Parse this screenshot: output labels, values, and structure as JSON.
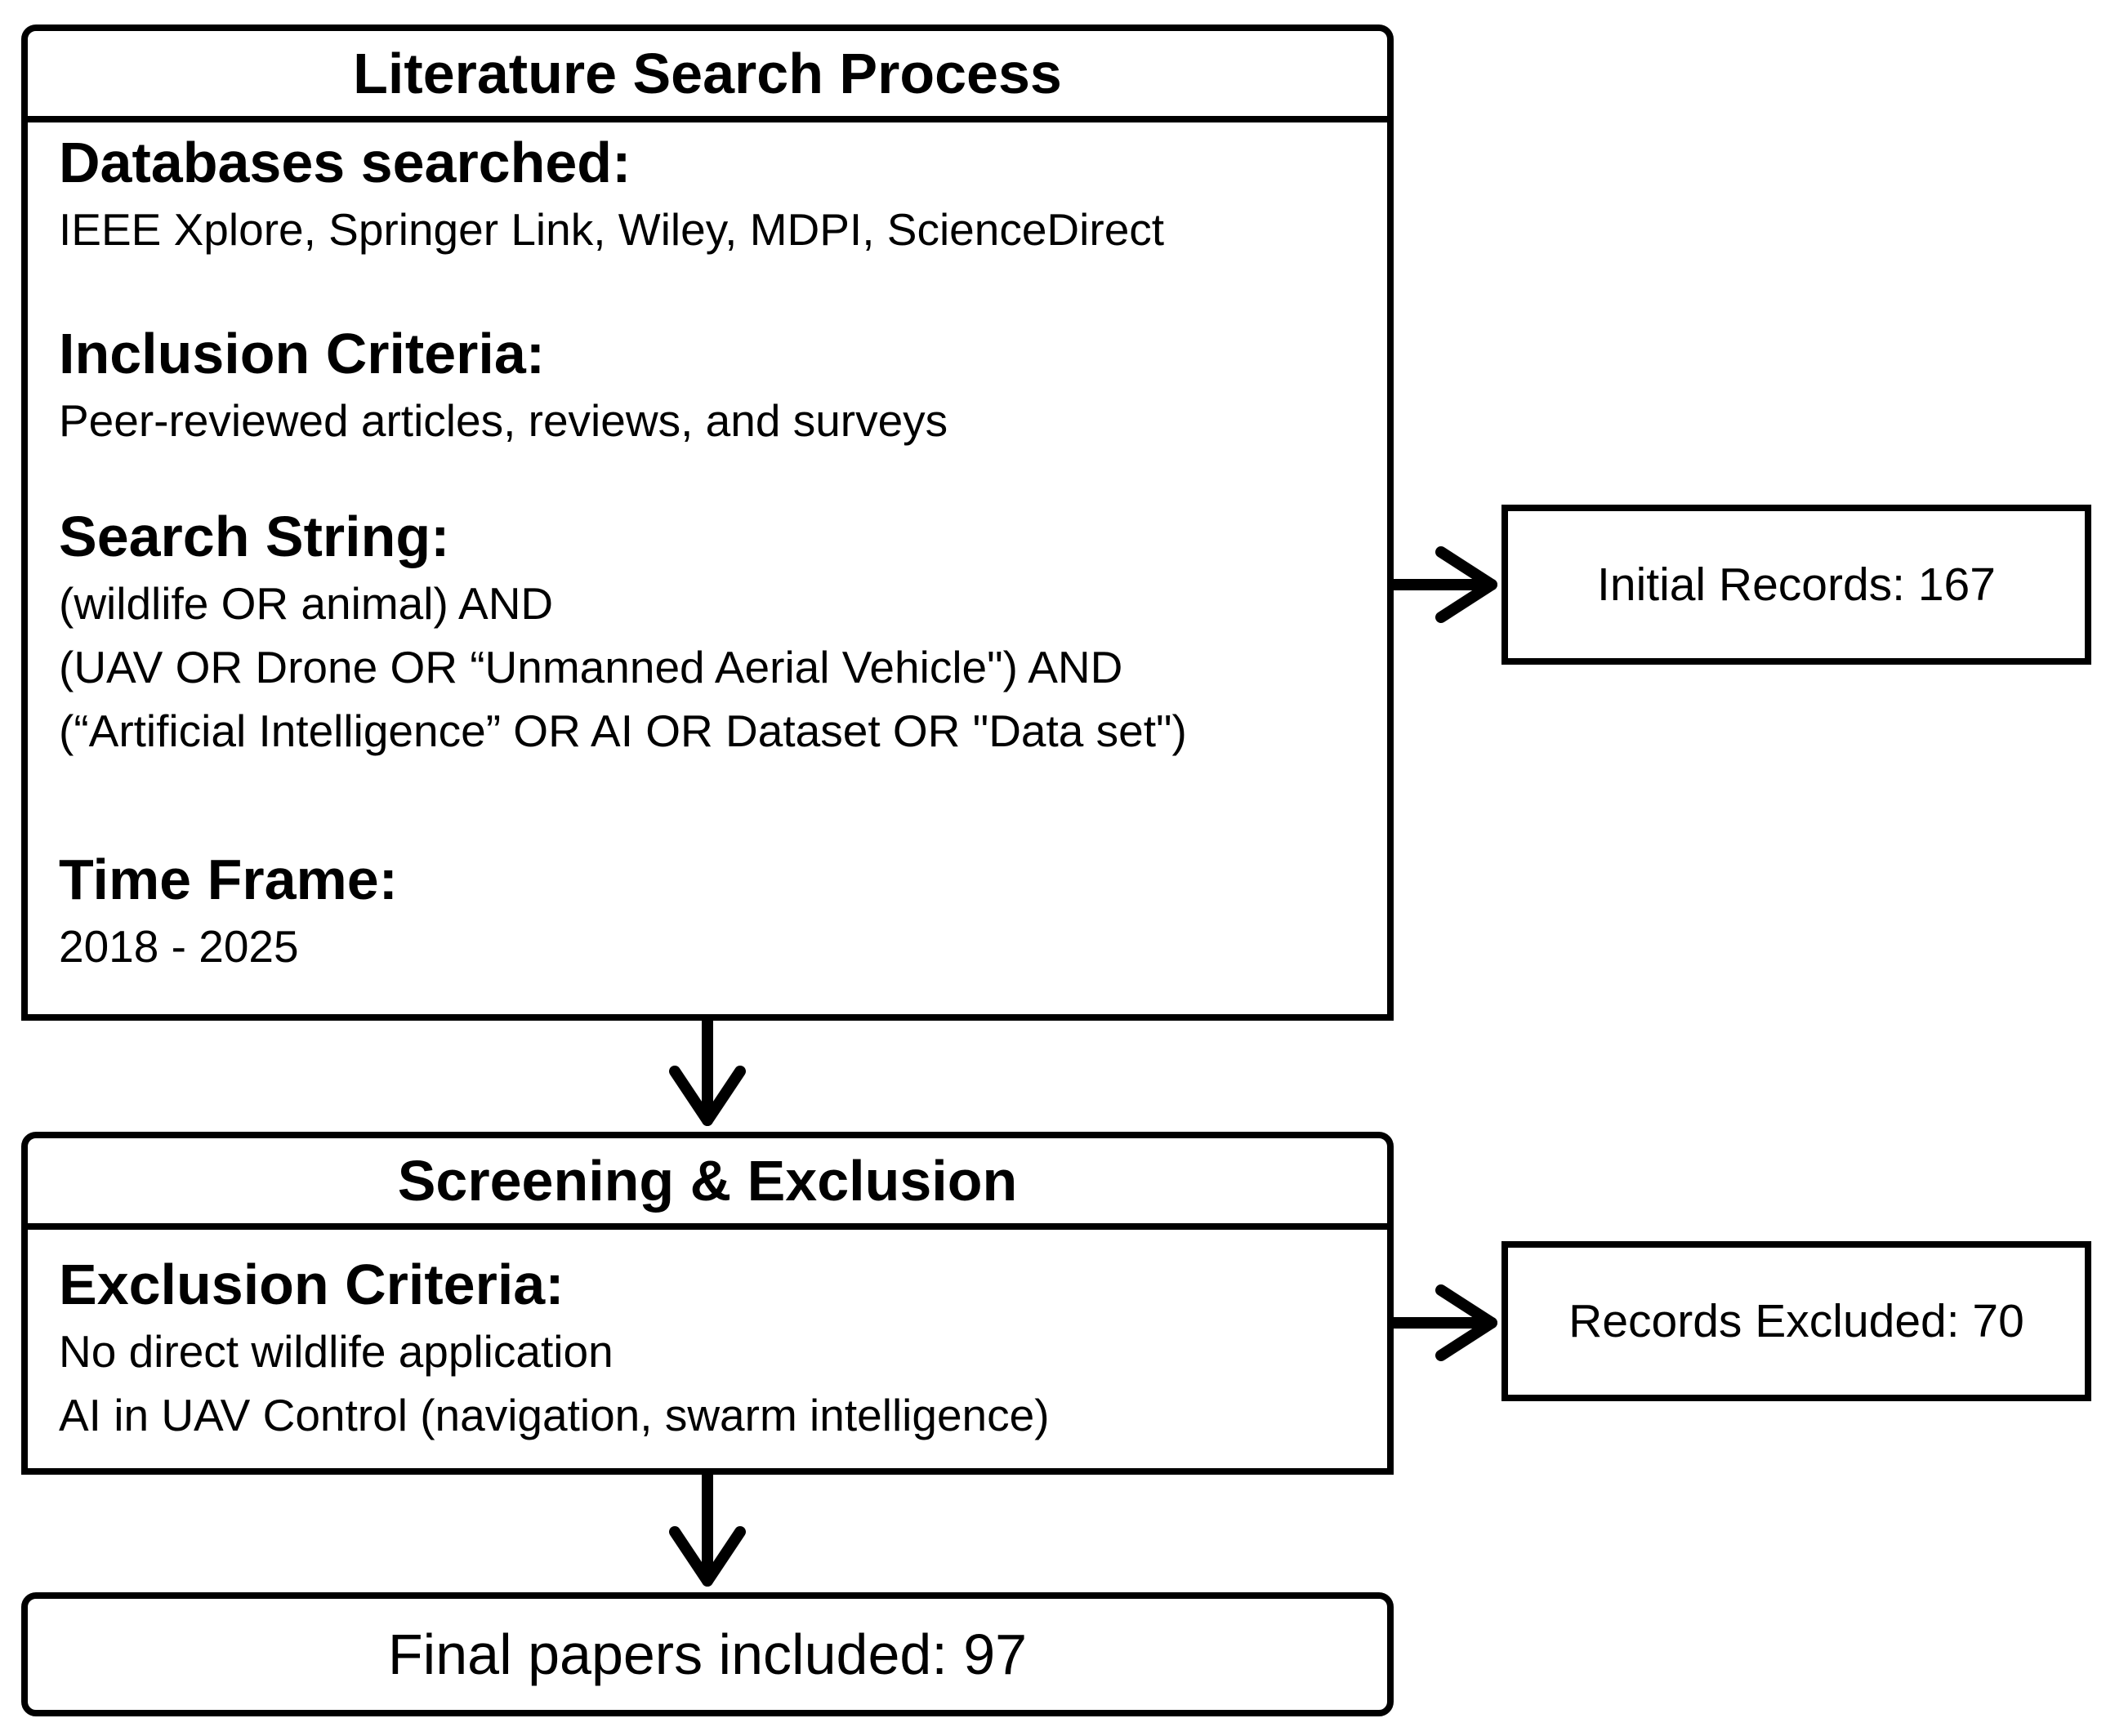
{
  "search_box": {
    "title": "Literature Search Process",
    "databases": {
      "heading": "Databases searched:",
      "text": "IEEE Xplore, Springer Link, Wiley, MDPI, ScienceDirect"
    },
    "inclusion": {
      "heading": "Inclusion Criteria:",
      "text": "Peer-reviewed articles, reviews, and surveys"
    },
    "search_string": {
      "heading": "Search String:",
      "lines": [
        "(wildlife OR animal) AND",
        "(UAV OR Drone OR “Unmanned Aerial Vehicle\") AND",
        "(“Artificial Intelligence” OR AI OR Dataset OR \"Data set\")"
      ]
    },
    "time_frame": {
      "heading": "Time Frame:",
      "text": "2018 - 2025"
    }
  },
  "initial_records": "Initial Records: 167",
  "screening_box": {
    "title": "Screening & Exclusion",
    "exclusion": {
      "heading": "Exclusion Criteria:",
      "lines": [
        "No direct wildlife application",
        "AI in UAV Control (navigation, swarm intelligence)"
      ]
    }
  },
  "records_excluded": "Records Excluded: 70",
  "final_papers": "Final papers included: 97"
}
